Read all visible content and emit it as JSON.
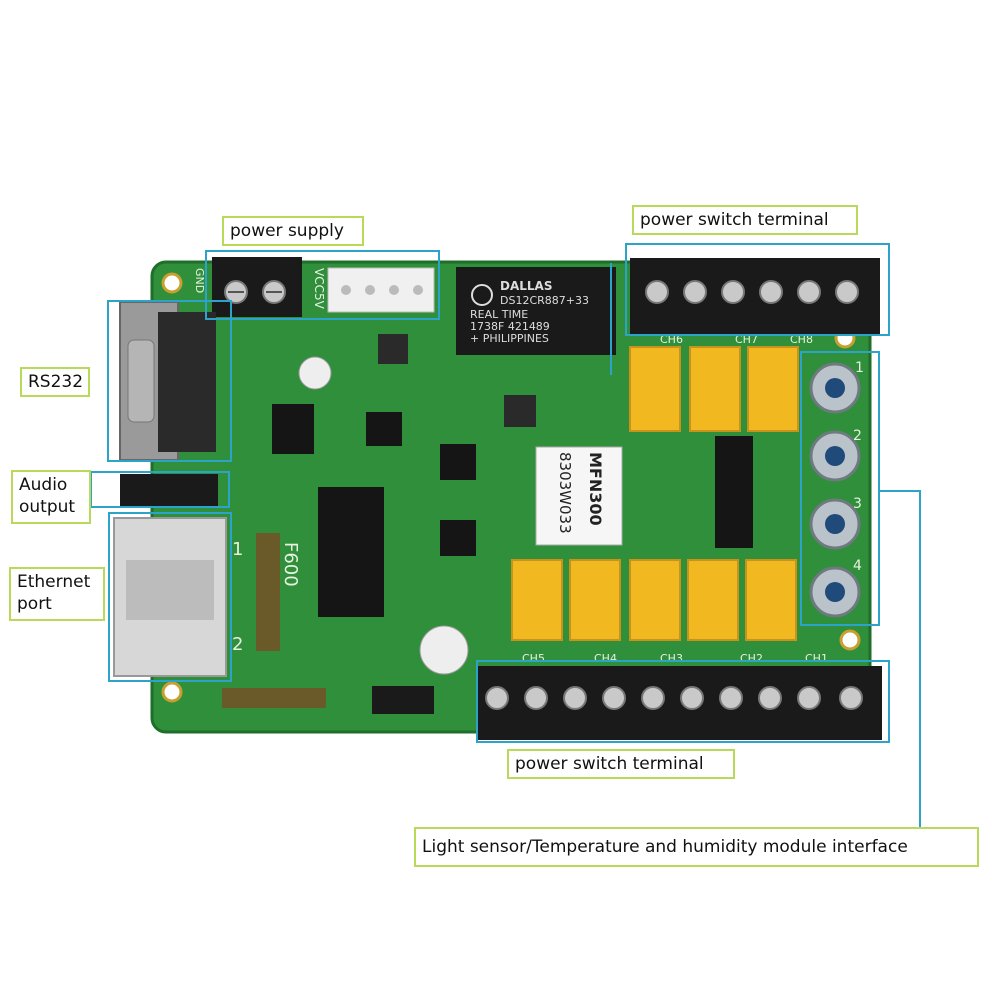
{
  "labels": {
    "power_supply": "power supply",
    "power_switch_top": "power switch terminal",
    "rs232": "RS232",
    "audio": "Audio output",
    "ethernet": "Ethernet port",
    "power_switch_bottom": "power switch terminal",
    "sensor": "Light sensor/Temperature and humidity module interface"
  },
  "board": {
    "model": "F600",
    "vcc": "VCC5V",
    "gnd": "GND",
    "chip_label": [
      "DALLAS",
      "DS12CR887+33",
      "REAL TIME",
      "1738F  421489",
      "+  PHILIPPINES"
    ],
    "sticker": [
      "MFN300",
      "8303W033"
    ],
    "channels_top": [
      "CH6",
      "CH7",
      "CH8"
    ],
    "channels_bottom": [
      "CH5",
      "CH4",
      "CH3",
      "CH2",
      "CH1"
    ],
    "sensor_ports": [
      "1",
      "2",
      "3",
      "4"
    ],
    "port_marks": [
      "1",
      "2"
    ]
  },
  "colors": {
    "pcb": "#2f8f3a",
    "relay": "#f2b820",
    "terminal": "#1a1a1a",
    "callout_border": "#b8d95a",
    "highlight": "#2ea3c9"
  }
}
